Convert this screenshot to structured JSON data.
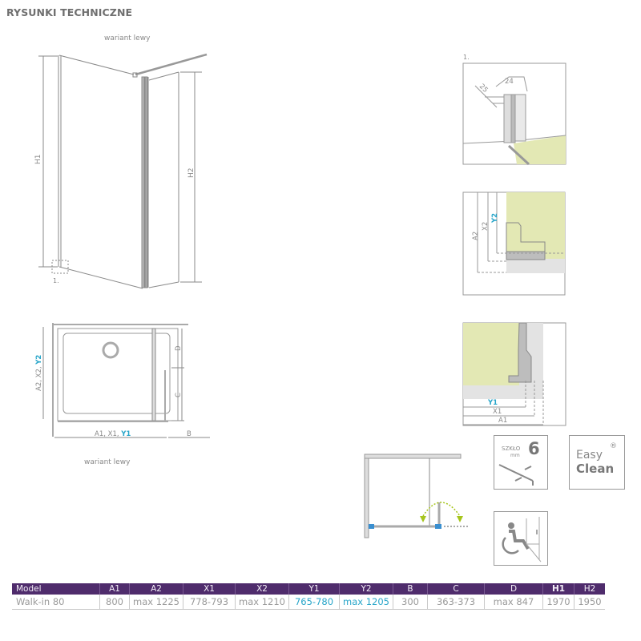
{
  "header": {
    "title": "RYSUNKI TECHNICZNE"
  },
  "drawings": {
    "elevation": {
      "caption": "wariant lewy",
      "labels": {
        "h1": "H1",
        "h2": "H2",
        "detail_ref": "1."
      }
    },
    "plan": {
      "caption": "wariant lewy",
      "labels": {
        "vertical_prefix": "A2, X2, ",
        "vertical_highlight": "Y2",
        "horizontal_prefix": "A1, X1, ",
        "horizontal_highlight": "Y1",
        "b": "B",
        "c": "C",
        "d": "D"
      }
    },
    "detail_1": {
      "ref": "1.",
      "dim_25": "25",
      "dim_24": "24"
    },
    "detail_2": {
      "a2": "A2",
      "x2": "X2",
      "y2": "Y2"
    },
    "detail_3": {
      "y1": "Y1",
      "x1": "X1",
      "a1": "A1"
    }
  },
  "badges": {
    "glass": {
      "top": "SZKŁO",
      "unit": "mm",
      "value": "6"
    },
    "easy_clean": {
      "line1": "Easy",
      "line2": "Clean",
      "mark": "®"
    }
  },
  "colors": {
    "header_bg": "#4f2c6c",
    "highlight_blue": "#27a5c9",
    "floor_green": "#e3e8b4",
    "arrow_green": "#a6c51c"
  },
  "spec_table": {
    "headers": [
      "Model",
      "A1",
      "A2",
      "X1",
      "X2",
      "Y1",
      "Y2",
      "B",
      "C",
      "D",
      "H1",
      "H2"
    ],
    "rows": [
      [
        "Walk-in 80",
        "800",
        "max 1225",
        "778-793",
        "max 1210",
        "765-780",
        "max 1205",
        "300",
        "363-373",
        "max 847",
        "1970",
        "1950"
      ]
    ]
  }
}
